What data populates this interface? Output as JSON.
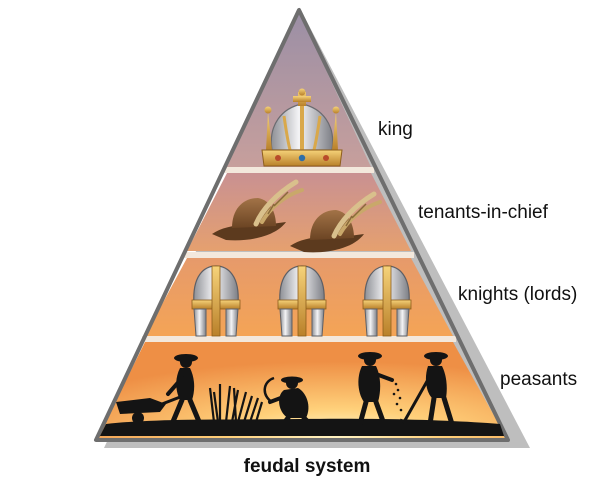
{
  "caption": "feudal system",
  "tiers": [
    {
      "label": "king",
      "icon": "crown-icon"
    },
    {
      "label": "tenants-in-chief",
      "icon": "feathered-hat-icon"
    },
    {
      "label": "knights (lords)",
      "icon": "helmet-icon"
    },
    {
      "label": "peasants",
      "icon": "working-peasants-silhouette"
    }
  ],
  "colors": {
    "outline": "#7a7a7a",
    "divider": "#f2e6da",
    "king_band": "#b99aa6",
    "tenants_band": "#d9967a",
    "knights_band": "#ef9e5f",
    "peasants_band": "#f3a24f",
    "silhouette": "#141414"
  }
}
